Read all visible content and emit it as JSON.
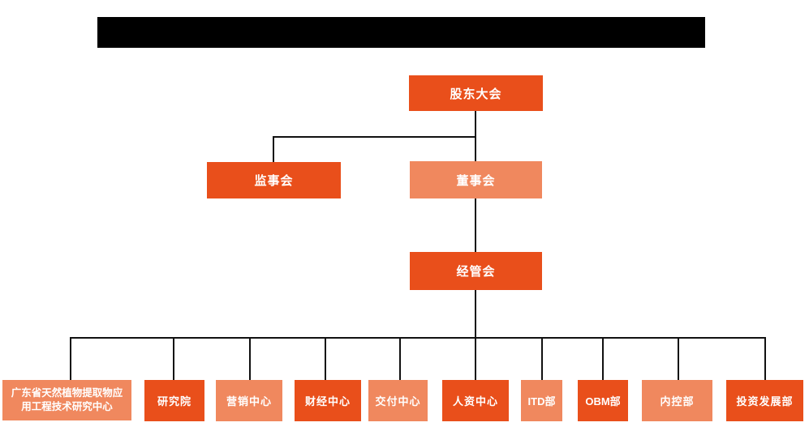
{
  "colors": {
    "box-dark": "#e94f1b",
    "box-light": "#f0885e",
    "line": "#111111",
    "redaction": "#000000",
    "text": "#ffffff",
    "background": "#ffffff"
  },
  "org_chart": {
    "level1": {
      "label": "股东大会"
    },
    "level2": {
      "supervisory_board": {
        "label": "监事会"
      },
      "board_of_directors": {
        "label": "董事会"
      }
    },
    "level3": {
      "label": "经管会"
    },
    "departments": [
      {
        "label": "广东省天然植物提取物应\n用工程技术研究中心"
      },
      {
        "label": "研究院"
      },
      {
        "label": "营销中心"
      },
      {
        "label": "财经中心"
      },
      {
        "label": "交付中心"
      },
      {
        "label": "人资中心"
      },
      {
        "label": "ITD部"
      },
      {
        "label": "OBM部"
      },
      {
        "label": "内控部"
      },
      {
        "label": "投资发展部"
      }
    ]
  }
}
